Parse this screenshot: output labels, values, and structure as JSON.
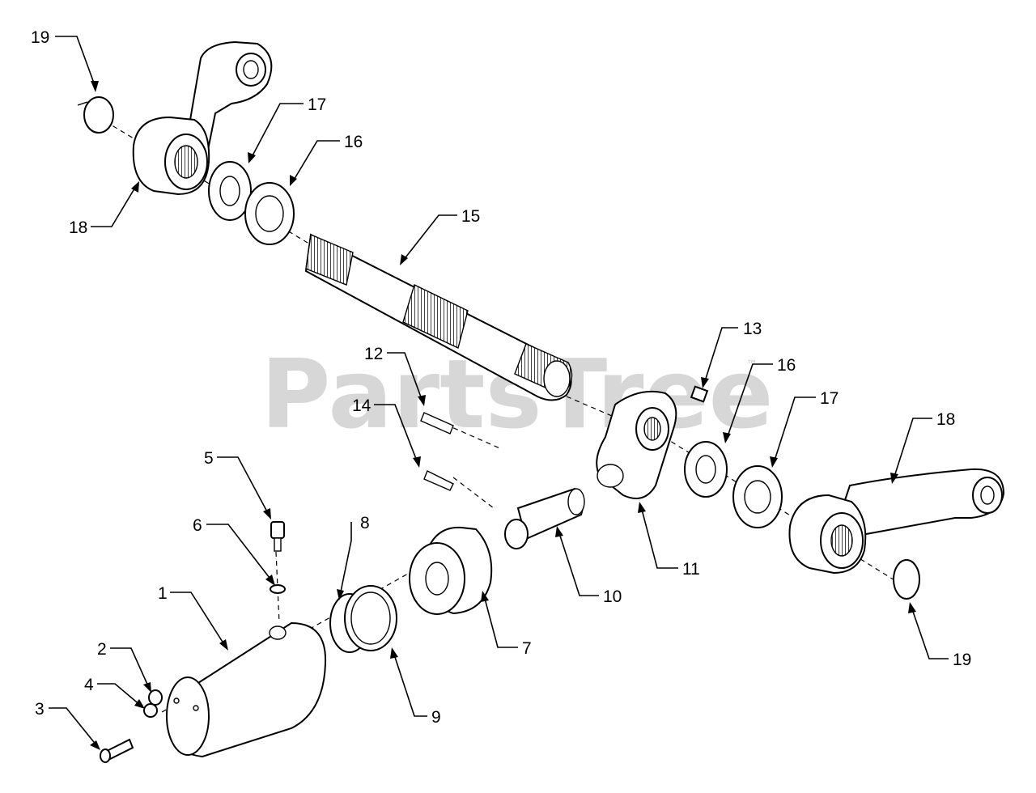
{
  "watermark": {
    "brand": "PartsTree",
    "trademark": "™"
  },
  "callouts": {
    "c1": "1",
    "c2": "2",
    "c3": "3",
    "c4": "4",
    "c5": "5",
    "c6": "6",
    "c7": "7",
    "c8": "8",
    "c9": "9",
    "c10": "10",
    "c11": "11",
    "c12": "12",
    "c13": "13",
    "c14": "14",
    "c15": "15",
    "c16a": "16",
    "c16b": "16",
    "c17a": "17",
    "c17b": "17",
    "c18a": "18",
    "c18b": "18",
    "c19a": "19",
    "c19b": "19"
  }
}
